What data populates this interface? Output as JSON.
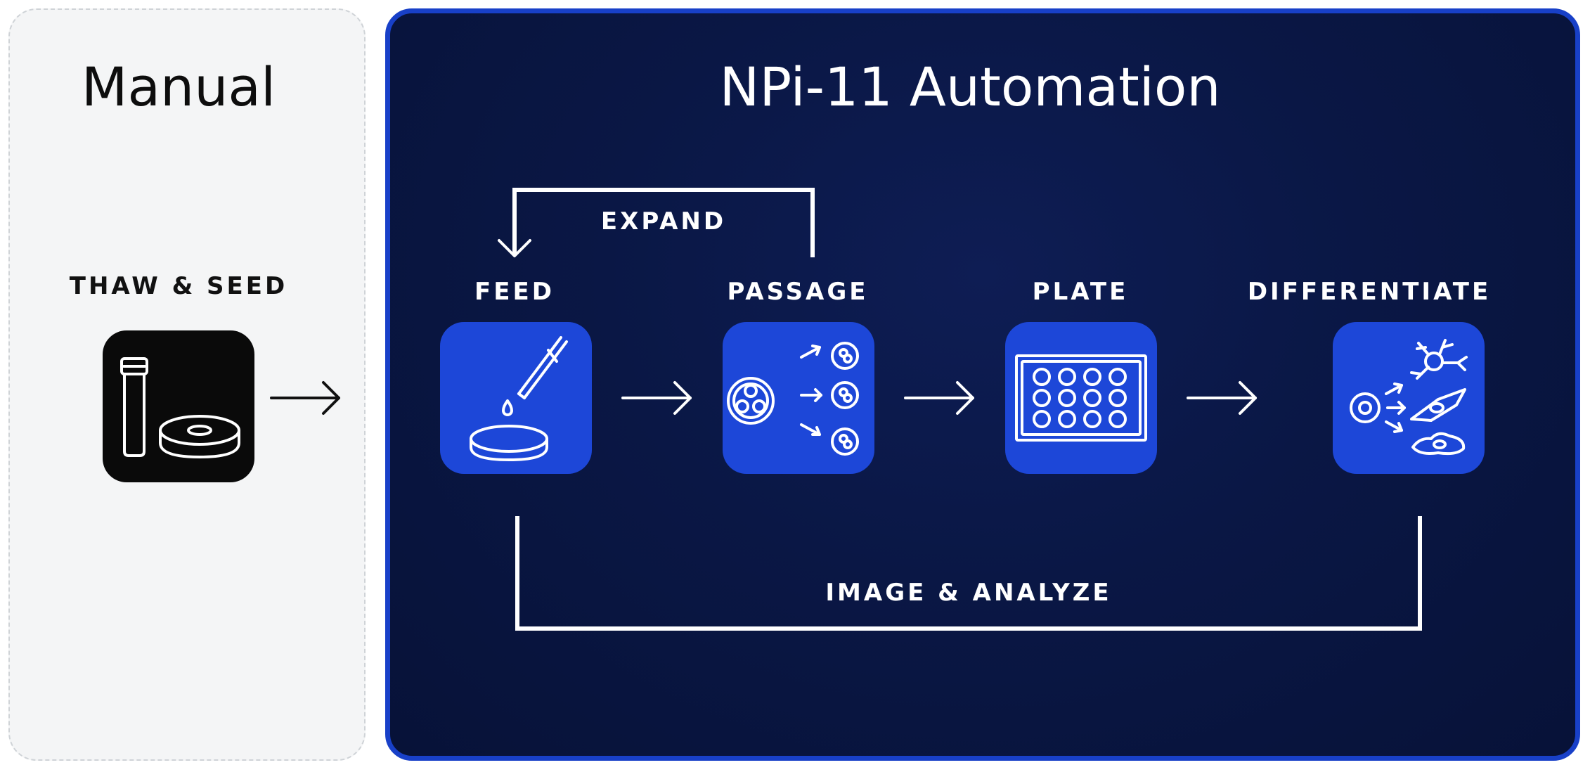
{
  "manual": {
    "title": "Manual",
    "step_label": "THAW & SEED",
    "icon": "vial-and-dish-icon"
  },
  "automation": {
    "title": "NPi-11 Automation",
    "steps": [
      {
        "label": "FEED",
        "icon": "pipette-dish-icon"
      },
      {
        "label": "PASSAGE",
        "icon": "cell-split-icon"
      },
      {
        "label": "PLATE",
        "icon": "well-plate-icon"
      },
      {
        "label": "DIFFERENTIATE",
        "icon": "cell-types-icon"
      }
    ],
    "loop_label": "EXPAND",
    "bottom_label": "IMAGE & ANALYZE"
  },
  "colors": {
    "automation_background": "#0a1745",
    "automation_border": "#1840c8",
    "tile_blue": "#1d47d8",
    "manual_background": "#f4f5f6",
    "manual_tile": "#0a0a0a"
  }
}
